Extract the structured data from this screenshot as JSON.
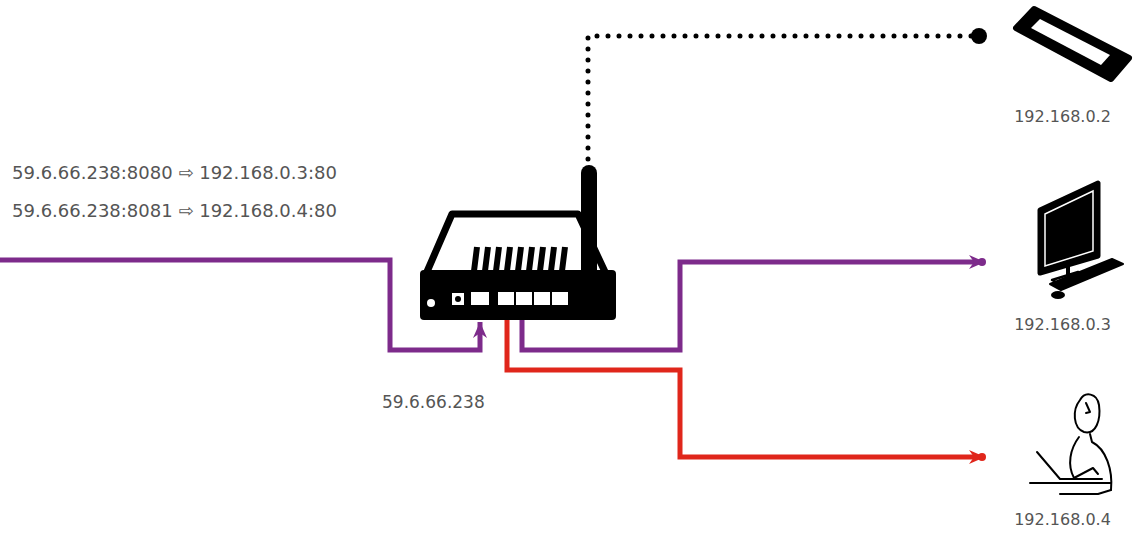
{
  "diagram": {
    "nodes": [
      {
        "text": [
          "59.6.66.238"
        ]
      },
      {
        "text": [
          "192.168.0.2"
        ]
      },
      {
        "text": [
          "192.168.0.3"
        ]
      },
      {
        "text": [
          "192.168.0.4"
        ]
      }
    ],
    "edges": [
      {
        "from": 0,
        "to": 1,
        "arrow": "none"
      },
      {
        "from": 0,
        "to": 2,
        "arrow": "to"
      },
      {
        "from": 0,
        "to": 3,
        "arrow": "to"
      }
    ],
    "labels": [
      "59.6.66.238:8080 ⇨ 192.168.0.3:80",
      "59.6.66.238:8081 ⇨ 192.168.0.4:80"
    ]
  }
}
